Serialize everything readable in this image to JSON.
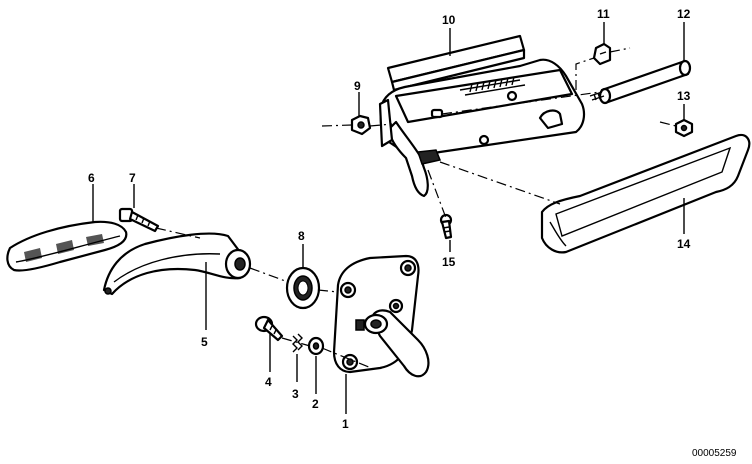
{
  "labels": {
    "1": "1",
    "2": "2",
    "3": "3",
    "4": "4",
    "5": "5",
    "6": "6",
    "7": "7",
    "8": "8",
    "9": "9",
    "10": "10",
    "11": "11",
    "12": "12",
    "13": "13",
    "14": "14",
    "15": "15"
  },
  "caption": "00005259",
  "colors": {
    "ink": "#000000",
    "background": "#ffffff"
  }
}
